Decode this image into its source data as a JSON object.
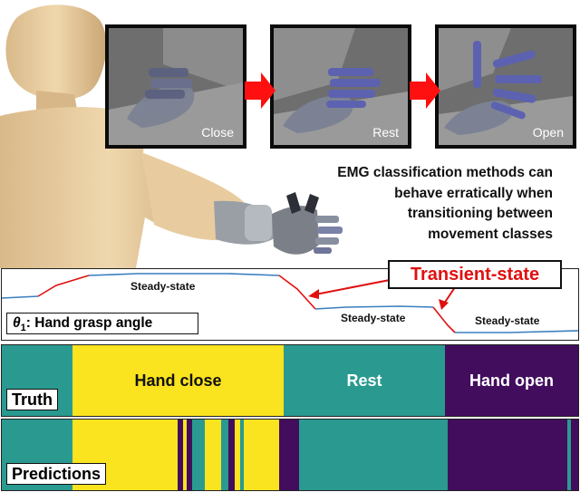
{
  "panels": [
    {
      "label": "Close"
    },
    {
      "label": "Rest"
    },
    {
      "label": "Open"
    }
  ],
  "caption_lines": [
    "EMG classification methods can",
    "behave erratically when",
    "transitioning between",
    "movement classes"
  ],
  "signal": {
    "steady_labels": [
      "Steady-state",
      "Steady-state",
      "Steady-state"
    ],
    "transient_label": "Transient-state",
    "theta_symbol": "θ",
    "theta_subscript": "1",
    "theta_text": ": Hand grasp angle"
  },
  "truth": {
    "tag": "Truth",
    "segments": [
      {
        "class": "rest",
        "label": ""
      },
      {
        "class": "close",
        "label": "Hand close"
      },
      {
        "class": "rest",
        "label": "Rest"
      },
      {
        "class": "open",
        "label": "Hand open"
      }
    ]
  },
  "predictions": {
    "tag": "Predictions"
  },
  "colors": {
    "rest": "#2a9a90",
    "close": "#fae31f",
    "open": "#420d5d",
    "signal_line": "#3a7ec0",
    "transient_line": "#e01010",
    "arrow_red": "#ff1010",
    "skin": "#e4c79d"
  }
}
